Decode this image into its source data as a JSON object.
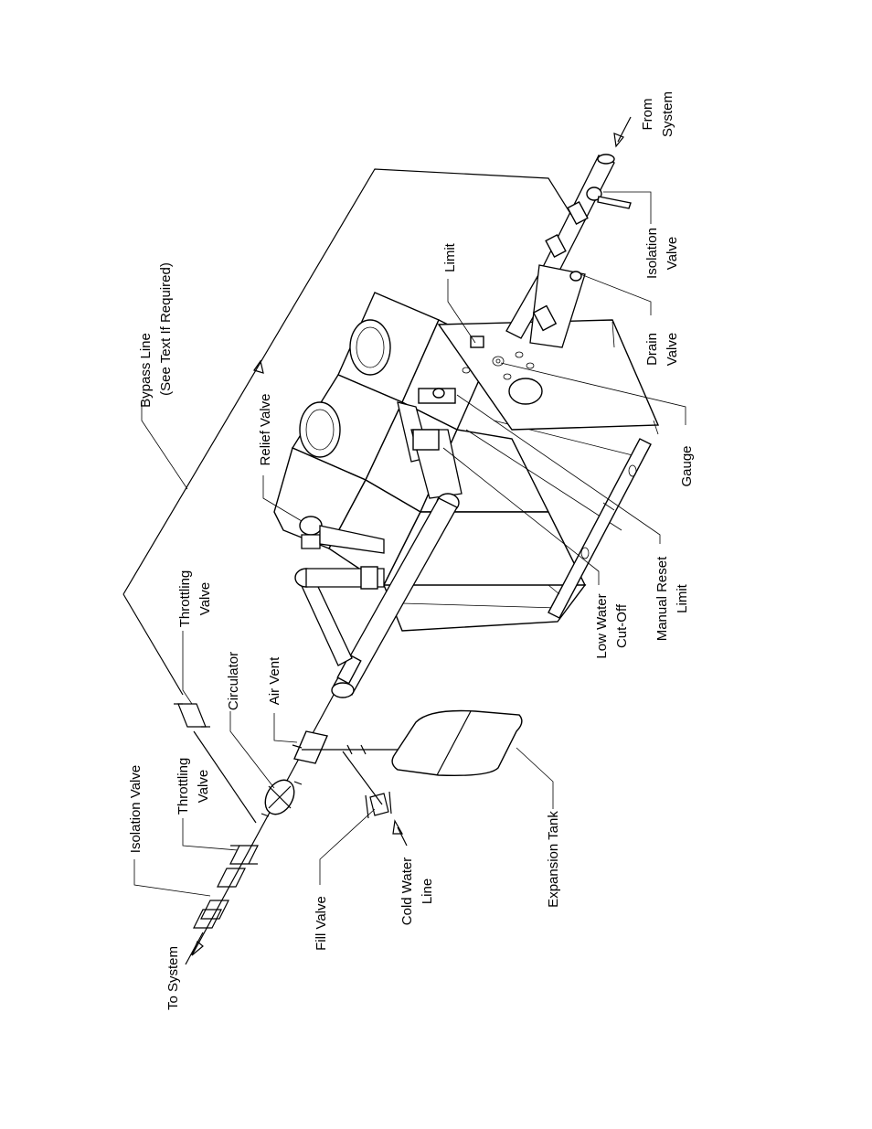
{
  "labels": {
    "bypass_line_1": "Bypass Line",
    "bypass_line_2": "(See Text If Required)",
    "from_system_1": "From",
    "from_system_2": "System",
    "isolation_valve_top_1": "Isolation",
    "isolation_valve_top_2": "Valve",
    "drain_valve_1": "Drain",
    "drain_valve_2": "Valve",
    "limit": "Limit",
    "gauge": "Gauge",
    "relief_valve": "Relief Valve",
    "manual_reset_limit_1": "Manual Reset",
    "manual_reset_limit_2": "Limit",
    "low_water_cutoff_1": "Low Water",
    "low_water_cutoff_2": "Cut-Off",
    "throttling_valve_top_1": "Throttling",
    "throttling_valve_top_2": "Valve",
    "circulator": "Circulator",
    "air_vent": "Air Vent",
    "isolation_valve_bottom": "Isolation Valve",
    "throttling_valve_bottom_1": "Throttling",
    "throttling_valve_bottom_2": "Valve",
    "expansion_tank": "Expansion Tank",
    "cold_water_line_1": "Cold Water",
    "cold_water_line_2": "Line",
    "fill_valve": "Fill Valve",
    "to_system": "To System"
  }
}
